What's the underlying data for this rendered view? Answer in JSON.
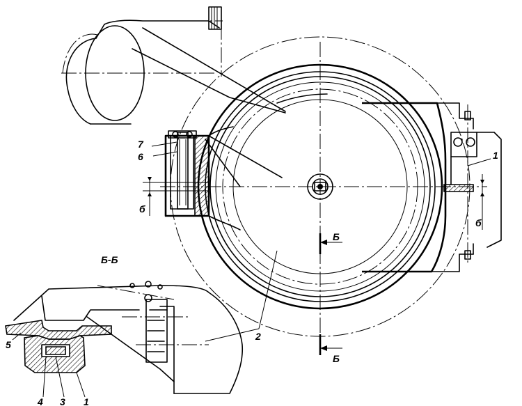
{
  "labels": {
    "section_title": "Б-Б",
    "section_mark_top": "Б",
    "section_mark_bottom": "Б",
    "gap_left": "б",
    "gap_right": "б",
    "part_1_main": "1",
    "part_1_section": "1",
    "part_2": "2",
    "part_3": "3",
    "part_4": "4",
    "part_5": "5",
    "part_6": "6",
    "part_7": "7"
  }
}
